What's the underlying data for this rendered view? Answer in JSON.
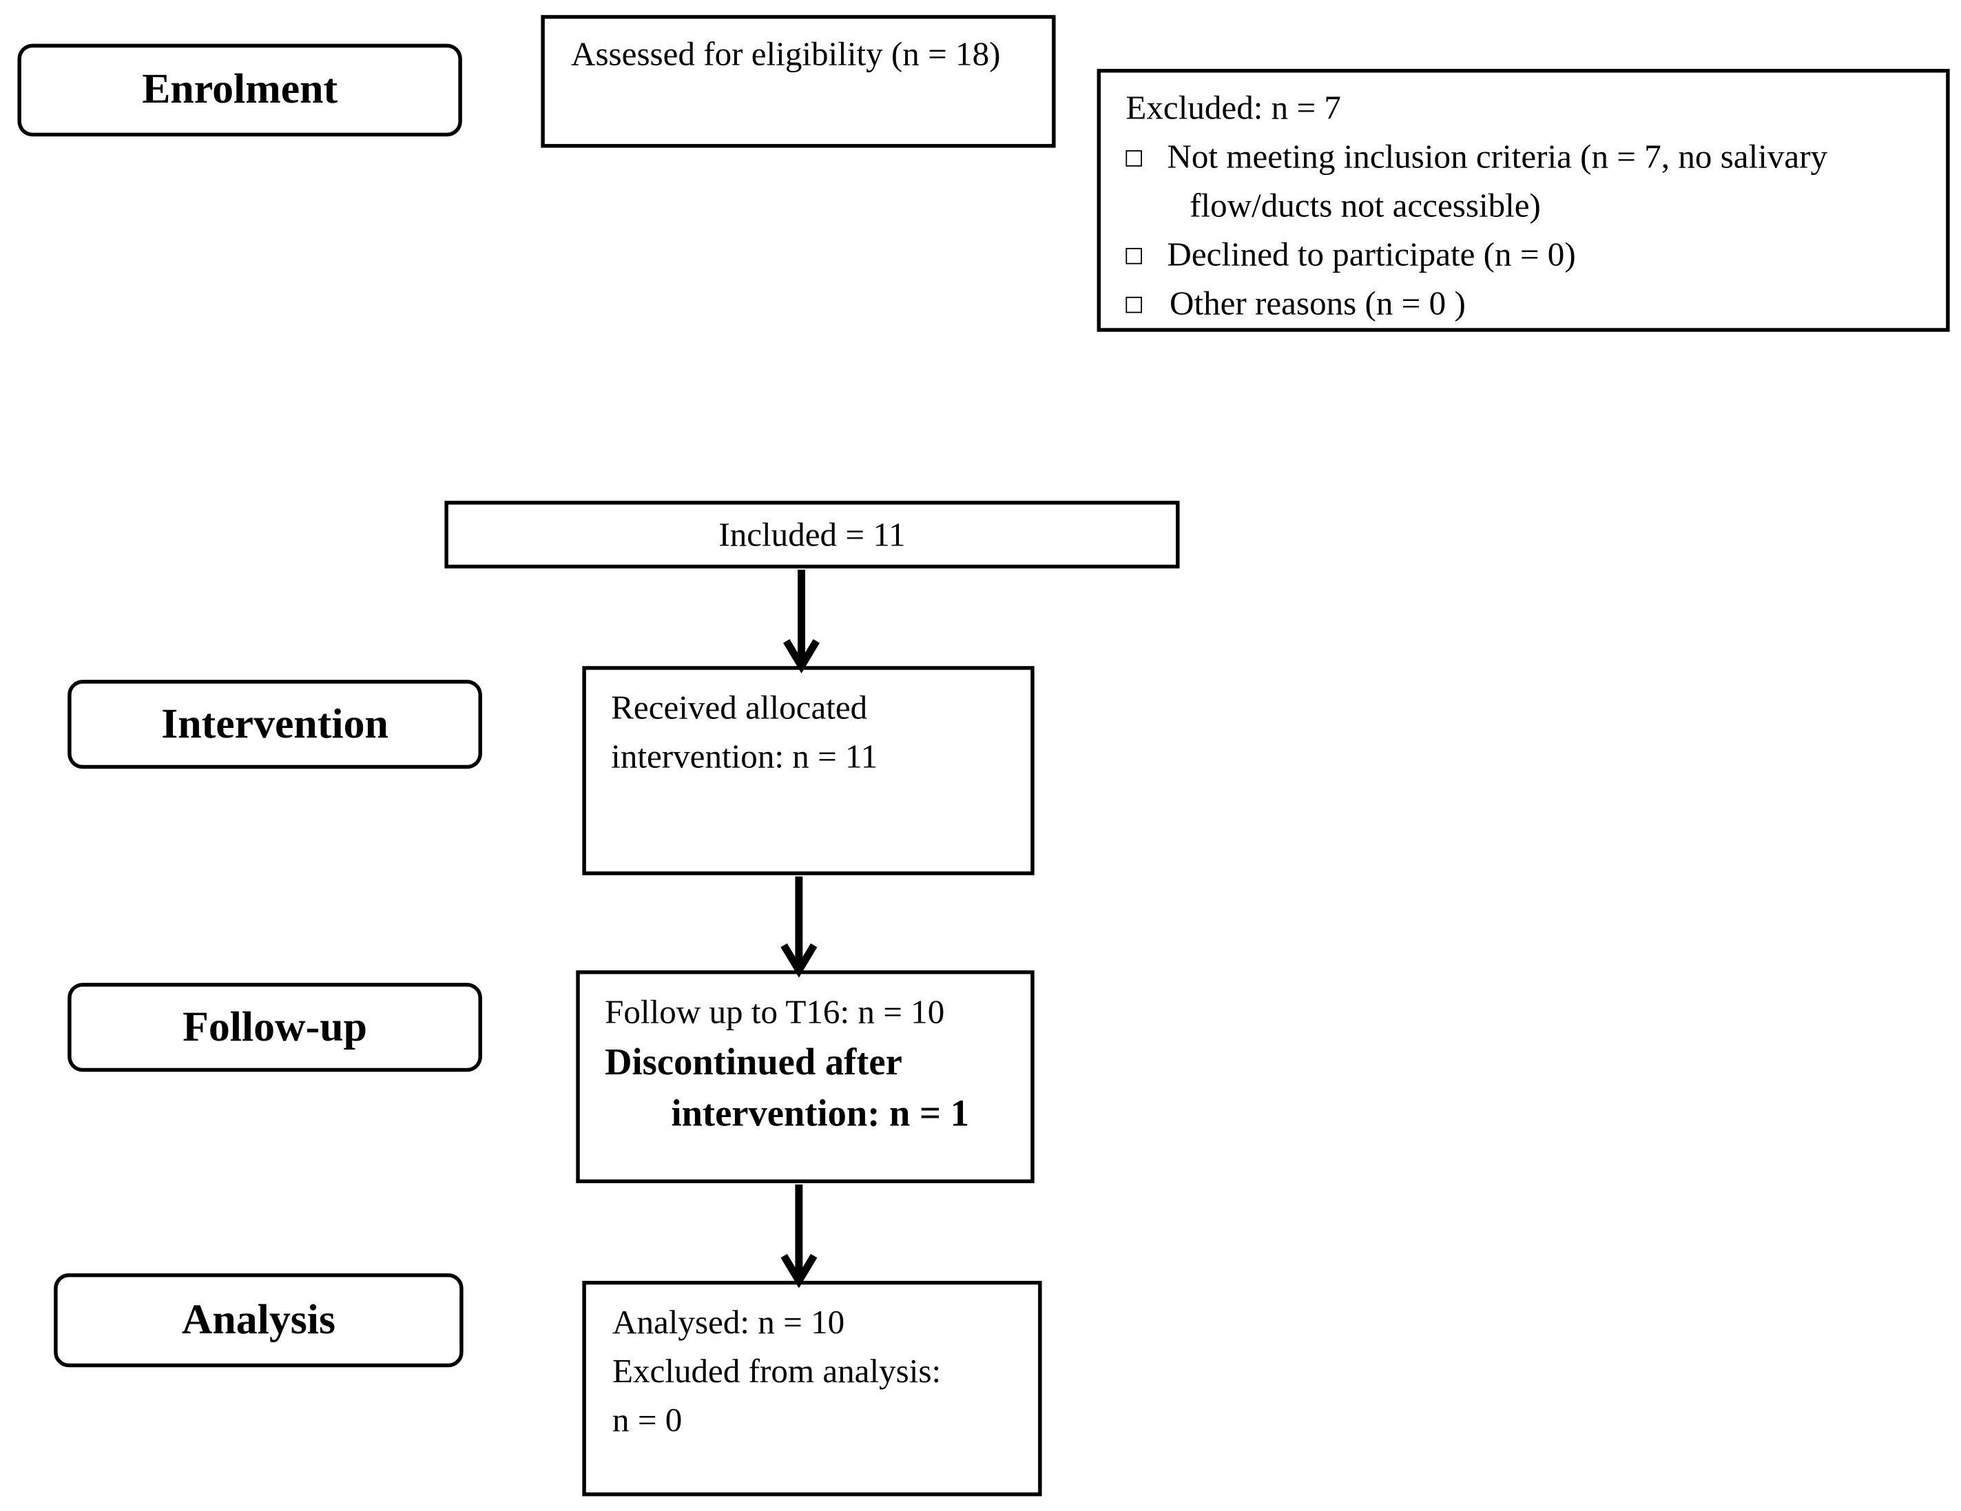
{
  "stages": {
    "enrolment": "Enrolment",
    "intervention": "Intervention",
    "follow_up": "Follow-up",
    "analysis": "Analysis"
  },
  "assessed": {
    "text": "Assessed for eligibility (n = 18)"
  },
  "excluded": {
    "title": "Excluded: n = 7",
    "items": [
      {
        "line1": "Not meeting inclusion criteria (n = 7, no salivary",
        "line2": "flow/ducts not accessible)"
      },
      {
        "line1": "Declined to participate (n = 0)"
      },
      {
        "line1": "Other reasons (n = 0 )"
      }
    ]
  },
  "included": {
    "text": "Included = 11"
  },
  "allocated": {
    "line1": "Received allocated",
    "line2": "intervention: n = 11"
  },
  "followup": {
    "line1": "Follow up to T16: n = 10",
    "line2": "Discontinued after",
    "line3": "intervention: n = 1"
  },
  "analysed": {
    "line1": "Analysed: n = 10",
    "line2": "Excluded from analysis:",
    "line3": "n = 0"
  }
}
